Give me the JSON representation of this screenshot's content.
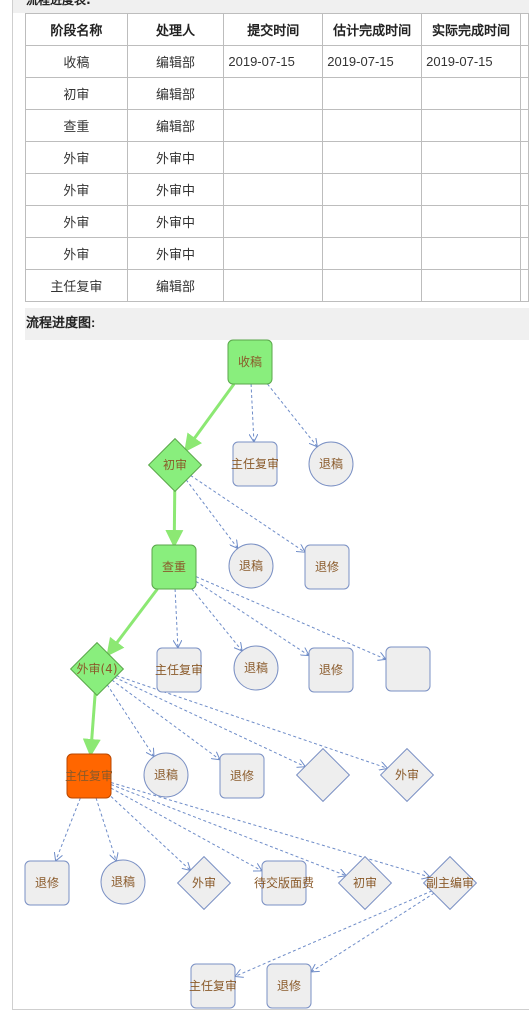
{
  "page": {
    "top_title": "流程进度表:"
  },
  "table": {
    "headers": [
      "阶段名称",
      "处理人",
      "提交时间",
      "估计完成时间",
      "实际完成时间"
    ],
    "rows": [
      [
        "收稿",
        "编辑部",
        "2019-07-15",
        "2019-07-15",
        "2019-07-15"
      ],
      [
        "初审",
        "编辑部",
        "",
        "",
        ""
      ],
      [
        "查重",
        "编辑部",
        "",
        "",
        ""
      ],
      [
        "外审",
        "外审中",
        "",
        "",
        ""
      ],
      [
        "外审",
        "外审中",
        "",
        "",
        ""
      ],
      [
        "外审",
        "外审中",
        "",
        "",
        ""
      ],
      [
        "外审",
        "外审中",
        "",
        "",
        ""
      ],
      [
        "主任复审",
        "编辑部",
        "",
        "",
        ""
      ]
    ]
  },
  "flow": {
    "title": "流程进度图:",
    "colors": {
      "done_fill": "#89ee7d",
      "done_stroke": "#5aa64a",
      "current_fill": "#ff6600",
      "current_stroke": "#b84700",
      "pending_fill": "#eeeeee",
      "pending_stroke": "#7a90c4",
      "active_edge": "#8ce873",
      "dashed_edge": "#6e8cc8"
    },
    "nodes": [
      {
        "id": "shougao",
        "label": "收稿",
        "shape": "rect",
        "state": "done"
      },
      {
        "id": "zhurenfushen_1",
        "label": "主任复审",
        "shape": "rect",
        "state": "pending"
      },
      {
        "id": "tuigao_1",
        "label": "退稿",
        "shape": "circle",
        "state": "pending"
      },
      {
        "id": "chushen",
        "label": "初审",
        "shape": "diamond",
        "state": "done"
      },
      {
        "id": "tuigao_2",
        "label": "退稿",
        "shape": "circle",
        "state": "pending"
      },
      {
        "id": "tuixiu_1",
        "label": "退修",
        "shape": "rect",
        "state": "pending"
      },
      {
        "id": "chazhong",
        "label": "查重",
        "shape": "rect",
        "state": "done"
      },
      {
        "id": "zhurenfushen_2",
        "label": "主任复审",
        "shape": "rect",
        "state": "pending"
      },
      {
        "id": "tuigao_3",
        "label": "退稿",
        "shape": "circle",
        "state": "pending"
      },
      {
        "id": "tuixiu_2",
        "label": "退修",
        "shape": "rect",
        "state": "pending"
      },
      {
        "id": "blank_rect",
        "label": "",
        "shape": "rect",
        "state": "pending"
      },
      {
        "id": "waishen",
        "label": "外审(4)",
        "shape": "diamond",
        "state": "done"
      },
      {
        "id": "tuigao_4",
        "label": "退稿",
        "shape": "circle",
        "state": "pending"
      },
      {
        "id": "tuixiu_3",
        "label": "退修",
        "shape": "rect",
        "state": "pending"
      },
      {
        "id": "blank_diamond",
        "label": "",
        "shape": "diamond",
        "state": "pending"
      },
      {
        "id": "waishen_2",
        "label": "外审",
        "shape": "diamond",
        "state": "pending"
      },
      {
        "id": "zhurenfushen_cur",
        "label": "主任复审",
        "shape": "rect",
        "state": "current"
      },
      {
        "id": "tuixiu_4",
        "label": "退修",
        "shape": "rect",
        "state": "pending"
      },
      {
        "id": "tuigao_5",
        "label": "退稿",
        "shape": "circle",
        "state": "pending"
      },
      {
        "id": "waishen_3",
        "label": "外审",
        "shape": "diamond",
        "state": "pending"
      },
      {
        "id": "daijiao",
        "label": "待交版面费",
        "shape": "rect",
        "state": "pending"
      },
      {
        "id": "chushen_2",
        "label": "初审",
        "shape": "diamond",
        "state": "pending"
      },
      {
        "id": "fuzhubian",
        "label": "副主编审",
        "shape": "diamond",
        "state": "pending"
      },
      {
        "id": "zhurenfushen_3",
        "label": "主任复审",
        "shape": "rect",
        "state": "pending"
      },
      {
        "id": "tuixiu_5",
        "label": "退修",
        "shape": "rect",
        "state": "pending"
      }
    ],
    "edges": [
      {
        "from": "shougao",
        "to": "chushen",
        "style": "active"
      },
      {
        "from": "shougao",
        "to": "zhurenfushen_1",
        "style": "dashed"
      },
      {
        "from": "shougao",
        "to": "tuigao_1",
        "style": "dashed"
      },
      {
        "from": "chushen",
        "to": "chazhong",
        "style": "active"
      },
      {
        "from": "chushen",
        "to": "tuigao_2",
        "style": "dashed"
      },
      {
        "from": "chushen",
        "to": "tuixiu_1",
        "style": "dashed"
      },
      {
        "from": "chazhong",
        "to": "waishen",
        "style": "active"
      },
      {
        "from": "chazhong",
        "to": "zhurenfushen_2",
        "style": "dashed"
      },
      {
        "from": "chazhong",
        "to": "tuigao_3",
        "style": "dashed"
      },
      {
        "from": "chazhong",
        "to": "tuixiu_2",
        "style": "dashed"
      },
      {
        "from": "chazhong",
        "to": "blank_rect",
        "style": "dashed"
      },
      {
        "from": "waishen",
        "to": "zhurenfushen_cur",
        "style": "active"
      },
      {
        "from": "waishen",
        "to": "tuigao_4",
        "style": "dashed"
      },
      {
        "from": "waishen",
        "to": "tuixiu_3",
        "style": "dashed"
      },
      {
        "from": "waishen",
        "to": "blank_diamond",
        "style": "dashed"
      },
      {
        "from": "waishen",
        "to": "waishen_2",
        "style": "dashed"
      },
      {
        "from": "zhurenfushen_cur",
        "to": "tuixiu_4",
        "style": "dashed"
      },
      {
        "from": "zhurenfushen_cur",
        "to": "tuigao_5",
        "style": "dashed"
      },
      {
        "from": "zhurenfushen_cur",
        "to": "waishen_3",
        "style": "dashed"
      },
      {
        "from": "zhurenfushen_cur",
        "to": "daijiao",
        "style": "dashed"
      },
      {
        "from": "zhurenfushen_cur",
        "to": "chushen_2",
        "style": "dashed"
      },
      {
        "from": "zhurenfushen_cur",
        "to": "fuzhubian",
        "style": "dashed"
      },
      {
        "from": "fuzhubian",
        "to": "zhurenfushen_3",
        "style": "dashed"
      },
      {
        "from": "fuzhubian",
        "to": "tuixiu_5",
        "style": "dashed"
      }
    ]
  }
}
